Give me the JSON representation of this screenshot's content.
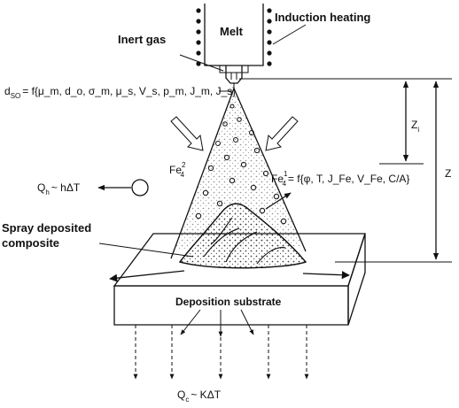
{
  "labels": {
    "melt": "Melt",
    "induction_heating": "Induction heating",
    "inert_gas": "Inert gas",
    "spray_deposited_composite_line1": "Spray deposited",
    "spray_deposited_composite_line2": "composite",
    "deposition_substrate": "Deposition substrate"
  },
  "equations": {
    "dso": {
      "base": "d",
      "sub": "SO",
      "rhs": "= f{μ_m, d_o, σ_m, μ_s, V_s, p_m, J_m, J_s}"
    },
    "fe2": {
      "base": "Fe",
      "sup": "2",
      "sub": "4"
    },
    "fe1": {
      "base": "Fe",
      "sup": "1",
      "sub": "4",
      "rhs": "= f{φ, T, J_Fe, V_Fe, C/A}"
    },
    "qh": {
      "base": "Q",
      "sub": "h",
      "rhs": "~ hΔT"
    },
    "qc": {
      "base": "Q",
      "sub": "c",
      "rhs": "~ KΔT"
    }
  },
  "dimensions": {
    "zi": {
      "base": "Z",
      "sub": "i"
    },
    "z": "Z"
  }
}
